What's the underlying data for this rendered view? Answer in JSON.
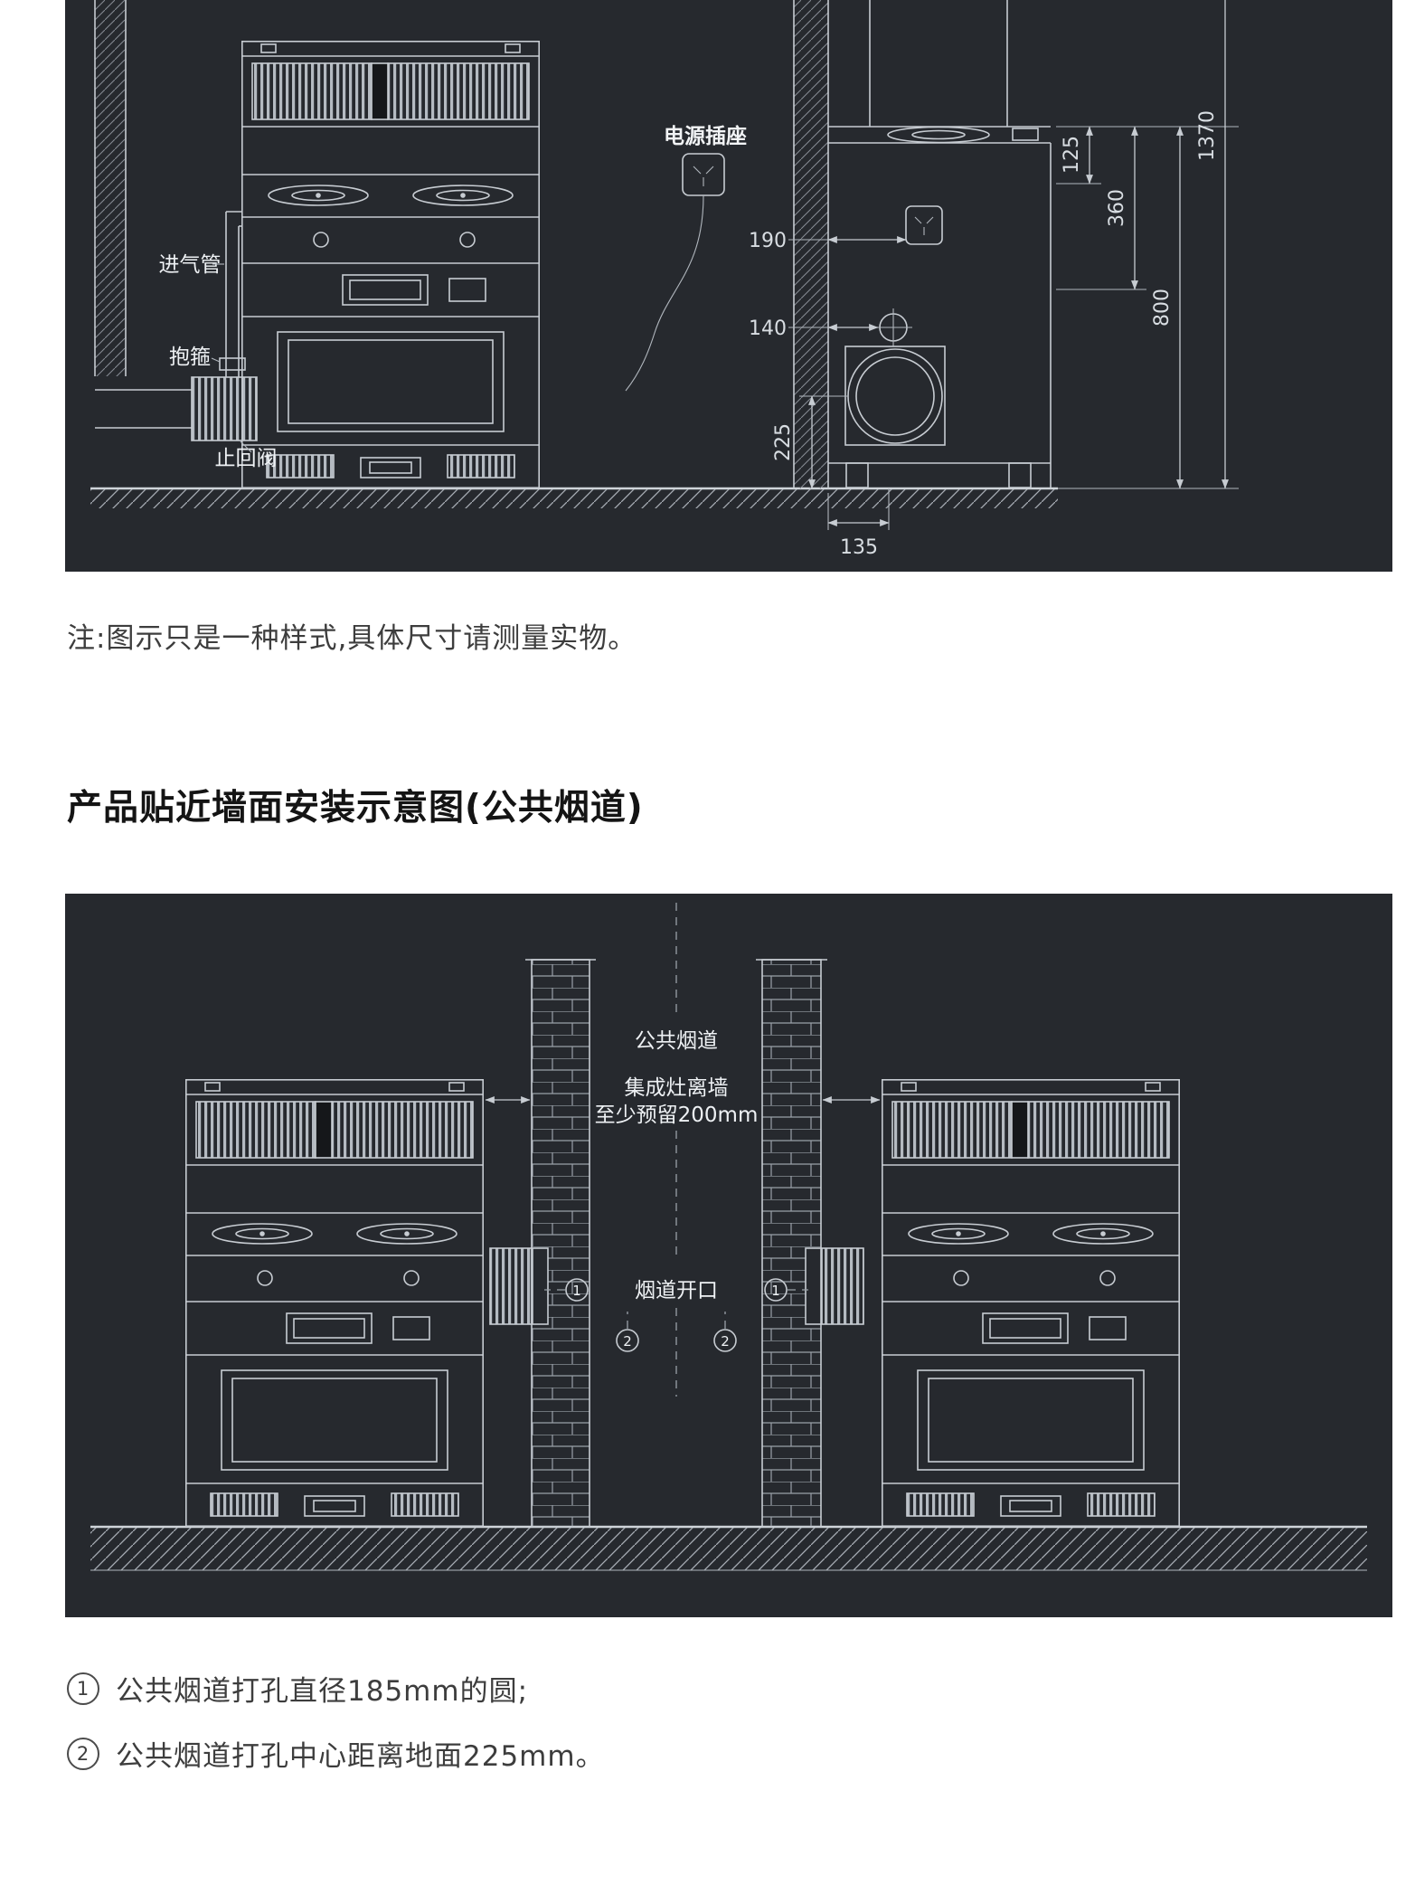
{
  "palette": {
    "page_bg": "#ffffff",
    "panel_bg": "#26292e",
    "line_color": "#c7ccd2",
    "body_text": "#3d3d3d",
    "heading_text": "#141414"
  },
  "note": "注:图示只是一种样式,具体尺寸请测量实物。",
  "section_heading": "产品贴近墙面安装示意图(公共烟道)",
  "diagram1": {
    "labels": {
      "intake_pipe": "进气管",
      "clamp": "抱箍",
      "check_valve": "止回阀",
      "power_socket": "电源插座"
    },
    "dimensions": {
      "wall_to_socket": "190",
      "wall_to_gas_inlet": "140",
      "flue_center_height": "225",
      "base_offset": "135",
      "counter_to_socket": "125",
      "counter_to_inlet": "360",
      "counter_height": "800",
      "total_height": "1370"
    }
  },
  "diagram2": {
    "labels": {
      "shared_flue": "公共烟道",
      "clearance_1": "集成灶离墙",
      "clearance_2": "至少预留200mm",
      "flue_opening": "烟道开口",
      "marker_1": "1",
      "marker_2": "2"
    }
  },
  "footnotes": [
    {
      "marker": "1",
      "text": "公共烟道打孔直径185mm的圆;"
    },
    {
      "marker": "2",
      "text": "公共烟道打孔中心距离地面225mm。"
    }
  ]
}
